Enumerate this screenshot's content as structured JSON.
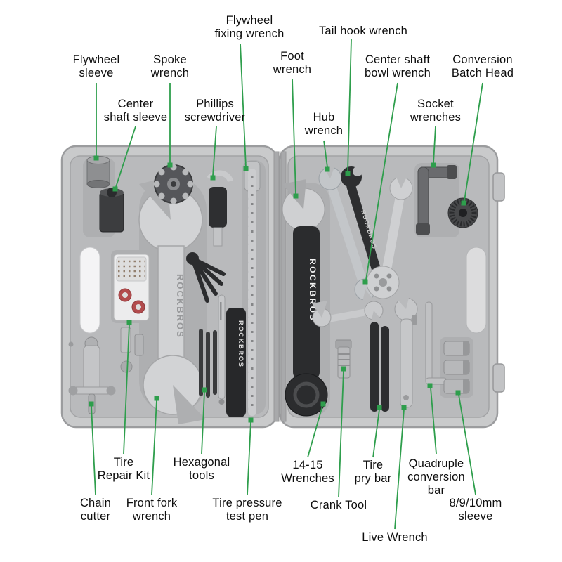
{
  "brand": "ROCKBROS",
  "labels": {
    "flywheel_fixing_wrench": "Flywheel\nfixing wrench",
    "tail_hook_wrench": "Tail hook wrench",
    "flywheel_sleeve": "Flywheel\nsleeve",
    "spoke_wrench": "Spoke\nwrench",
    "foot_wrench": "Foot\nwrench",
    "center_shaft_bowl_wrench": "Center shaft\nbowl wrench",
    "conversion_batch_head": "Conversion\nBatch Head",
    "center_shaft_sleeve": "Center\nshaft sleeve",
    "phillips_screwdriver": "Phillips\nscrewdriver",
    "hub_wrench": "Hub\nwrench",
    "socket_wrenches": "Socket\nwrenches",
    "tire_repair_kit": "Tire\nRepair Kit",
    "hexagonal_tools": "Hexagonal\ntools",
    "wrenches_14_15": "14-15\nWrenches",
    "tire_pry_bar": "Tire\npry bar",
    "quadruple_conversion_bar": "Quadruple\nconversion\nbar",
    "chain_cutter": "Chain\ncutter",
    "front_fork_wrench": "Front fork\nwrench",
    "tire_pressure_test_pen": "Tire pressure\ntest pen",
    "crank_tool": "Crank Tool",
    "sleeve_8_9_10": "8/9/10mm\nsleeve",
    "live_wrench": "Live Wrench"
  },
  "colors": {
    "leader_line": "#2e9e4c",
    "case_shell": "#c9cacb",
    "case_tray": "#b9babc",
    "patch_red": "#b24b4d"
  }
}
